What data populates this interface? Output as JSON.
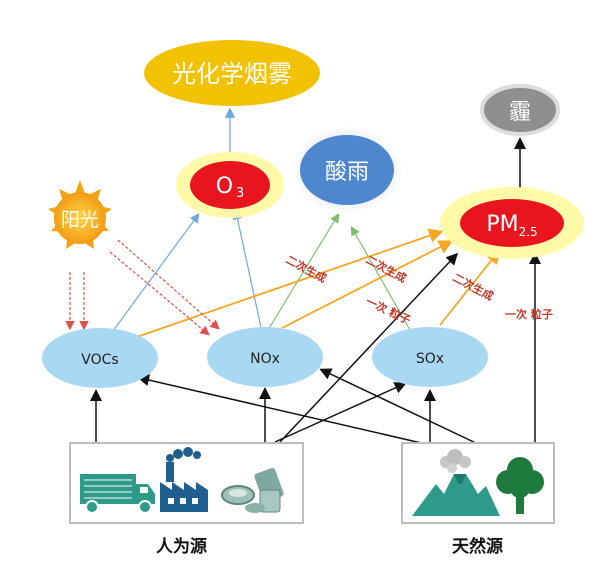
{
  "nodes": {
    "smog": "光化学烟雾",
    "haze": "霾",
    "acid_rain": "酸雨",
    "o3_main": "O",
    "o3_sub": "3",
    "pm_main": "PM",
    "pm_sub": "2.5",
    "sunlight": "阳光",
    "vocs": "VOCs",
    "nox": "NOx",
    "sox": "SOx"
  },
  "labels": {
    "secondary_1": "二次生成",
    "secondary_2": "二次生成",
    "secondary_3": "二次生成",
    "primary_1": "一次 粒子",
    "primary_2": "一次 粒子"
  },
  "sources": {
    "human": "人为源",
    "natural": "天然源"
  },
  "colors": {
    "smog_fill": "#f2c200",
    "halo": "#fff9a8",
    "red": "#e8141e",
    "acid_rain": "#4f87cf",
    "haze": "#8f8f8f",
    "precursor": "#a9d8f2",
    "sun": "#f3a316",
    "arrow_orange": "#f5a623",
    "arrow_blue": "#6fa8dc",
    "arrow_green": "#7cbf6b",
    "arrow_red_dash": "#e0504a",
    "arrow_black": "#111111",
    "icon_teal": "#2e9a8a"
  },
  "icons": [
    "truck-icon",
    "factory-icon",
    "cans-icon",
    "volcano-icon",
    "tree-icon"
  ]
}
